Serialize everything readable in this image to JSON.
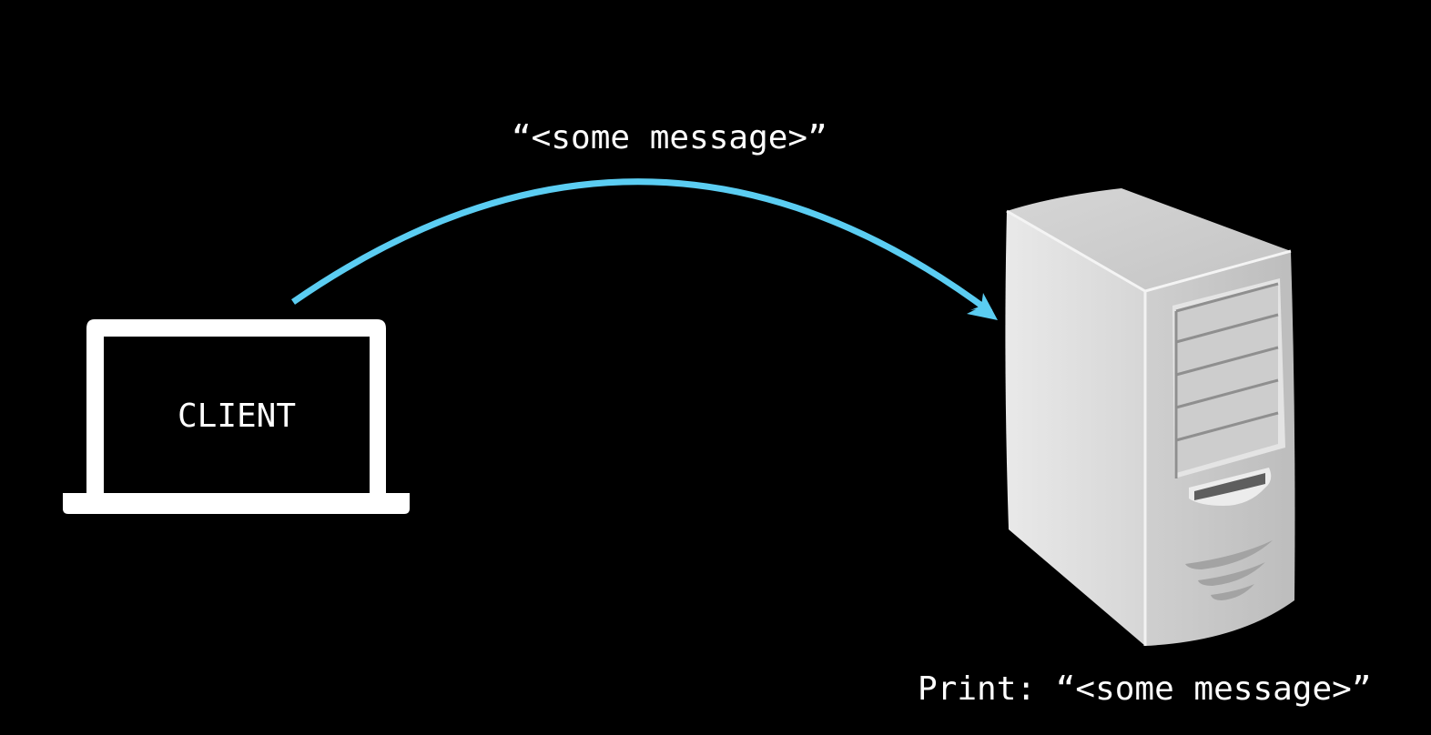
{
  "message_label": "“<some message>”",
  "client": {
    "label": "CLIENT"
  },
  "server": {
    "print_label": "Print: “<some message>”"
  },
  "colors": {
    "background": "#000000",
    "foreground": "#ffffff",
    "arrow": "#5bcdf2",
    "server_light": "#e2e2e2",
    "server_mid": "#c7c7c7",
    "server_dark": "#9a9a9a"
  },
  "icons": {
    "client": "laptop-icon",
    "server": "server-tower-icon",
    "connector": "curved-arrow"
  }
}
